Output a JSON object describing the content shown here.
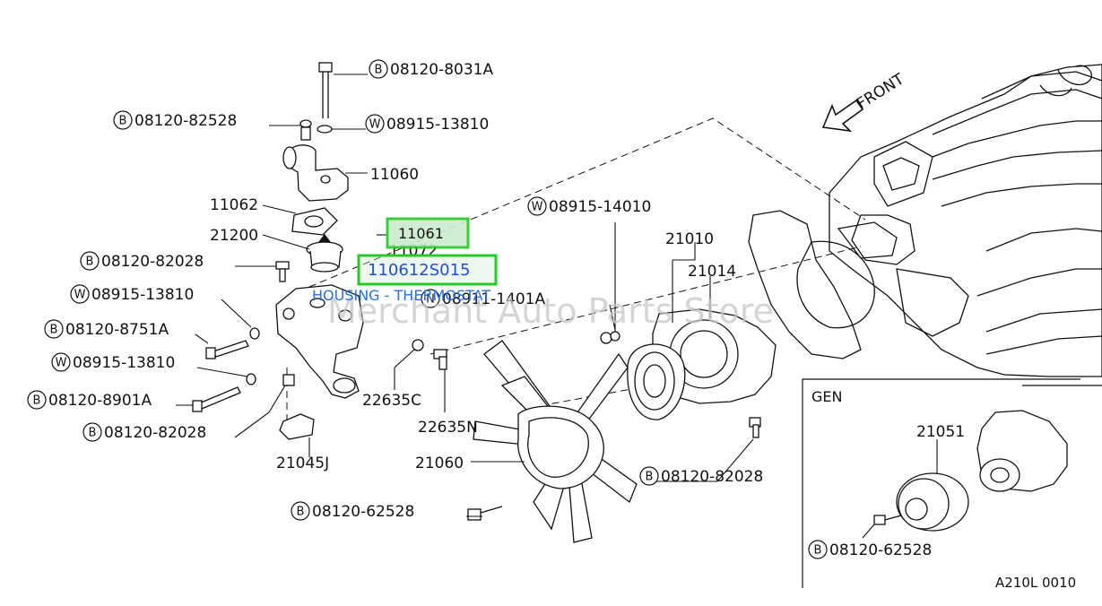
{
  "diagram": {
    "direction_label": "FRONT",
    "inset_title": "GEN",
    "figure_code": "A210L 0010",
    "watermark": "Merchant Auto Parts Store",
    "hover_tooltip": "HOUSING - THERMOSTAT",
    "highlight_labels": [
      "11061",
      "110612S015"
    ]
  },
  "part_numbers": [
    "11060",
    "11062",
    "21200",
    "11072",
    "22635C",
    "22635N",
    "21045J",
    "21060",
    "21010",
    "21014",
    "21051"
  ],
  "fasteners": [
    {
      "prefix": "B",
      "number": "08120-8031A"
    },
    {
      "prefix": "B",
      "number": "08120-82528"
    },
    {
      "prefix": "W",
      "number": "08915-13810"
    },
    {
      "prefix": "B",
      "number": "08120-82028"
    },
    {
      "prefix": "W",
      "number": "08915-13810"
    },
    {
      "prefix": "B",
      "number": "08120-8751A"
    },
    {
      "prefix": "W",
      "number": "08915-13810"
    },
    {
      "prefix": "B",
      "number": "08120-8901A"
    },
    {
      "prefix": "B",
      "number": "08120-82028"
    },
    {
      "prefix": "B",
      "number": "08120-62528"
    },
    {
      "prefix": "W",
      "number": "08915-14010"
    },
    {
      "prefix": "N",
      "number": "08911-1401A"
    },
    {
      "prefix": "B",
      "number": "08120-82028"
    },
    {
      "prefix": "B",
      "number": "08120-62528"
    }
  ],
  "colors": {
    "line": "#111111",
    "highlight_border": "#28c828",
    "highlight_fill": "#cdeccd",
    "highlight_text_primary": "#111111",
    "highlight_text_link": "#1f4fd6",
    "tooltip_text": "#2a6fe0",
    "watermark": "#c8c8c8"
  }
}
